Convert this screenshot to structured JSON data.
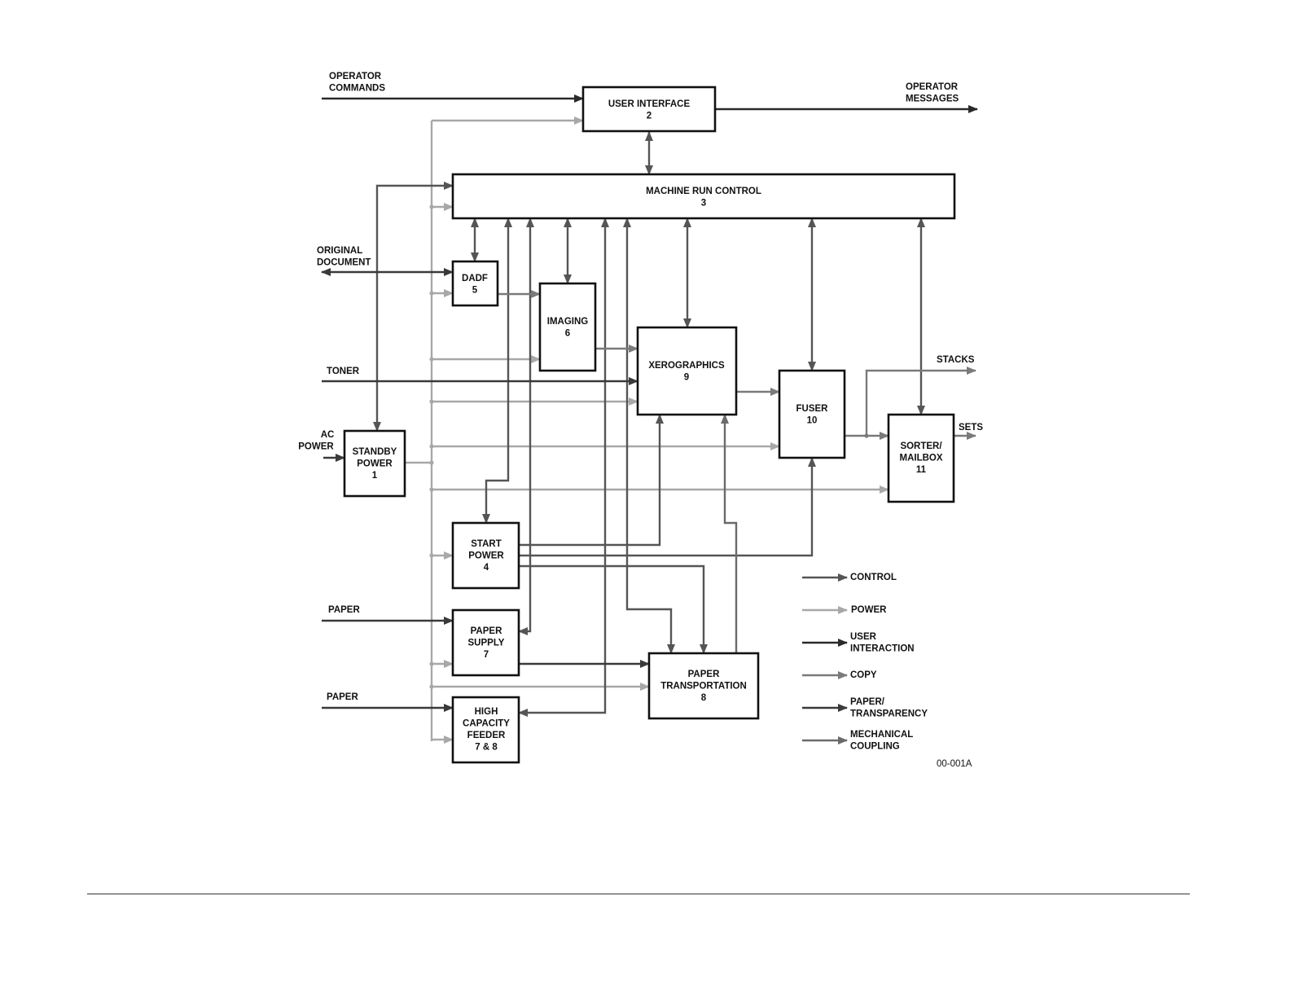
{
  "blocks": {
    "user_interface": [
      "USER INTERFACE",
      "2"
    ],
    "machine_run_control": [
      "MACHINE RUN CONTROL",
      "3"
    ],
    "dadf": [
      "DADF",
      "5"
    ],
    "imaging": [
      "IMAGING",
      "6"
    ],
    "xerographics": [
      "XEROGRAPHICS",
      "9"
    ],
    "fuser": [
      "FUSER",
      "10"
    ],
    "sorter_mailbox": [
      "SORTER/",
      "MAILBOX",
      "11"
    ],
    "standby_power": [
      "STANDBY",
      "POWER",
      "1"
    ],
    "start_power": [
      "START",
      "POWER",
      "4"
    ],
    "paper_supply": [
      "PAPER",
      "SUPPLY",
      "7"
    ],
    "paper_transportation": [
      "PAPER",
      "TRANSPORTATION",
      "8"
    ],
    "high_capacity_feeder": [
      "HIGH",
      "CAPACITY",
      "FEEDER",
      "7 & 8"
    ]
  },
  "io_labels": {
    "operator_commands": [
      "OPERATOR",
      "COMMANDS"
    ],
    "operator_messages": [
      "OPERATOR",
      "MESSAGES"
    ],
    "original_document": [
      "ORIGINAL",
      "DOCUMENT"
    ],
    "toner": [
      "TONER"
    ],
    "ac_power": [
      "AC",
      "POWER"
    ],
    "stacks": [
      "STACKS"
    ],
    "sets": [
      "SETS"
    ],
    "paper_1": [
      "PAPER"
    ],
    "paper_2": [
      "PAPER"
    ]
  },
  "legend": {
    "control": [
      "CONTROL"
    ],
    "power": [
      "POWER"
    ],
    "user_interaction": [
      "USER",
      "INTERACTION"
    ],
    "copy": [
      "COPY"
    ],
    "paper_transparency": [
      "PAPER/",
      "TRANSPARENCY"
    ],
    "mechanical_coupling": [
      "MECHANICAL",
      "COUPLING"
    ]
  },
  "figure_id": "00-001A",
  "colors": {
    "control": "#555555",
    "power": "#a8a8a8",
    "user_interaction": "#2a2a2a",
    "copy": "#7a7a7a",
    "paper_transparency": "#3a3a3a",
    "mechanical_coupling": "#6a6a6a"
  }
}
